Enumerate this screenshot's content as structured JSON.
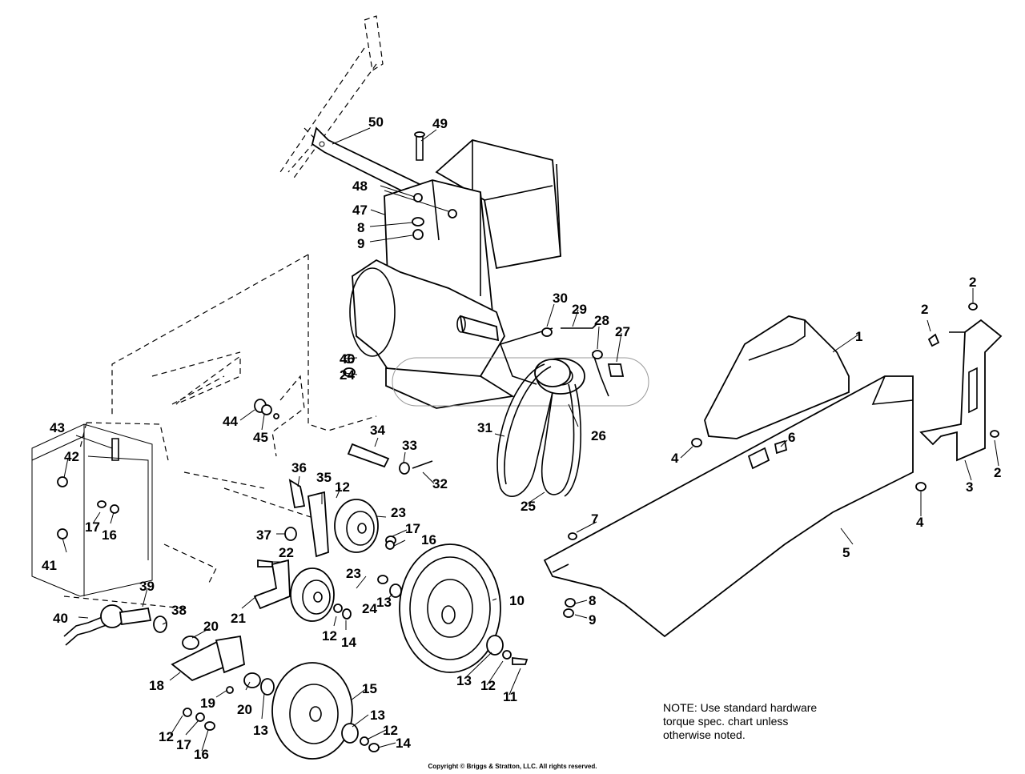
{
  "diagram": {
    "callouts": [
      {
        "label": "50"
      },
      {
        "label": "49"
      },
      {
        "label": "48"
      },
      {
        "label": "47"
      },
      {
        "label": "8"
      },
      {
        "label": "9"
      },
      {
        "label": "30"
      },
      {
        "label": "29"
      },
      {
        "label": "28"
      },
      {
        "label": "27"
      },
      {
        "label": "46"
      },
      {
        "label": "24"
      },
      {
        "label": "44"
      },
      {
        "label": "45"
      },
      {
        "label": "43"
      },
      {
        "label": "42"
      },
      {
        "label": "34"
      },
      {
        "label": "33"
      },
      {
        "label": "32"
      },
      {
        "label": "31"
      },
      {
        "label": "26"
      },
      {
        "label": "25"
      },
      {
        "label": "36"
      },
      {
        "label": "35"
      },
      {
        "label": "12"
      },
      {
        "label": "23"
      },
      {
        "label": "17"
      },
      {
        "label": "16"
      },
      {
        "label": "17"
      },
      {
        "label": "16"
      },
      {
        "label": "37"
      },
      {
        "label": "22"
      },
      {
        "label": "41"
      },
      {
        "label": "23"
      },
      {
        "label": "24"
      },
      {
        "label": "13"
      },
      {
        "label": "10"
      },
      {
        "label": "39"
      },
      {
        "label": "38"
      },
      {
        "label": "40"
      },
      {
        "label": "21"
      },
      {
        "label": "12"
      },
      {
        "label": "14"
      },
      {
        "label": "20"
      },
      {
        "label": "18"
      },
      {
        "label": "19"
      },
      {
        "label": "20"
      },
      {
        "label": "13"
      },
      {
        "label": "15"
      },
      {
        "label": "13"
      },
      {
        "label": "12"
      },
      {
        "label": "11"
      },
      {
        "label": "12"
      },
      {
        "label": "17"
      },
      {
        "label": "16"
      },
      {
        "label": "13"
      },
      {
        "label": "12"
      },
      {
        "label": "14"
      },
      {
        "label": "1"
      },
      {
        "label": "2"
      },
      {
        "label": "2"
      },
      {
        "label": "2"
      },
      {
        "label": "3"
      },
      {
        "label": "4"
      },
      {
        "label": "6"
      },
      {
        "label": "4"
      },
      {
        "label": "7"
      },
      {
        "label": "5"
      },
      {
        "label": "8"
      },
      {
        "label": "9"
      }
    ]
  },
  "note": {
    "line1": "NOTE: Use standard hardware",
    "line2": "torque spec. chart unless",
    "line3": "otherwise noted."
  },
  "footer": {
    "copyright": "Copyright © Briggs & Stratton, LLC. All rights reserved."
  }
}
